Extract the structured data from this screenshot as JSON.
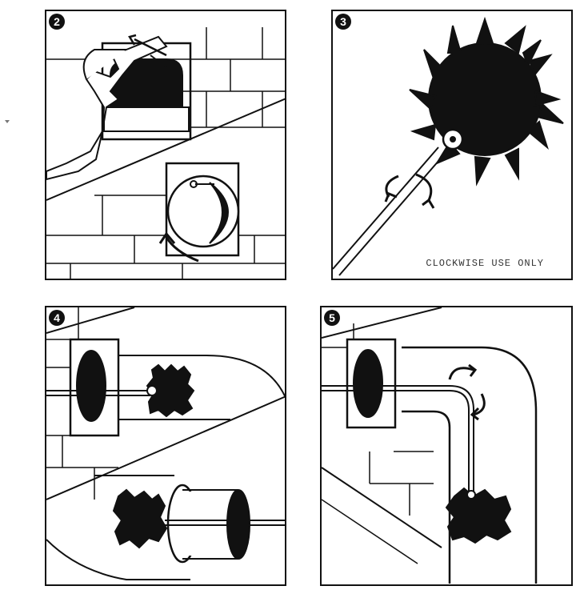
{
  "steps": [
    {
      "number": "2"
    },
    {
      "number": "3",
      "caption": "CLOCKWISE USE ONLY"
    },
    {
      "number": "4"
    },
    {
      "number": "5"
    }
  ],
  "colors": {
    "ink": "#111111",
    "paper": "#ffffff"
  }
}
